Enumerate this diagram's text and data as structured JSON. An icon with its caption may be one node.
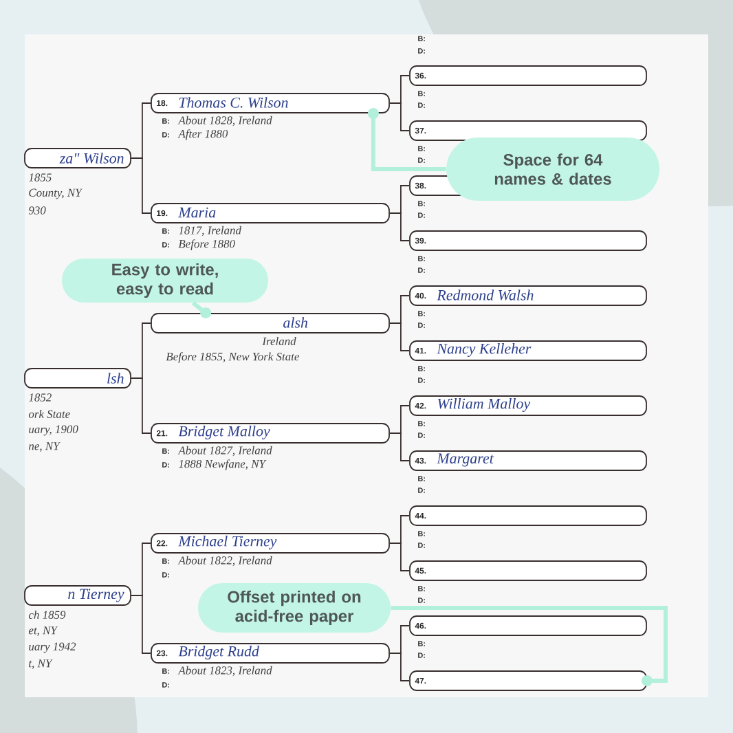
{
  "diagram": {
    "nodes": [
      {
        "text": [
          "za\" Wilson"
        ],
        "beside": [
          "1855",
          "County, NY",
          "930"
        ]
      },
      {
        "text": [
          "lsh"
        ],
        "beside": [
          "1852",
          "ork State",
          "uary, 1900",
          "ne, NY"
        ]
      },
      {
        "text": [
          "n Tierney"
        ],
        "beside": [
          "ch 1859",
          "et, NY",
          "uary 1942",
          "t, NY"
        ]
      },
      {
        "text": [
          "18.",
          "Thomas C. Wilson"
        ],
        "beside": [
          "B:",
          "About 1828, Ireland",
          "D:",
          "After 1880"
        ]
      },
      {
        "text": [
          "19.",
          "Maria"
        ],
        "beside": [
          "B:",
          "1817, Ireland",
          "D:",
          "Before 1880"
        ]
      },
      {
        "text": [
          "alsh"
        ],
        "beside": [
          "Ireland",
          "Before 1855, New York State"
        ]
      },
      {
        "text": [
          "21.",
          "Bridget Malloy"
        ],
        "beside": [
          "B:",
          "About 1827, Ireland",
          "D:",
          "1888 Newfane, NY"
        ]
      },
      {
        "text": [
          "22.",
          "Michael Tierney"
        ],
        "beside": [
          "B:",
          "About 1822, Ireland",
          "D:"
        ]
      },
      {
        "text": [
          "23.",
          "Bridget Rudd"
        ],
        "beside": [
          "B:",
          "About 1823, Ireland",
          "D:"
        ]
      },
      {
        "text": [
          "36."
        ],
        "beside": [
          "B:",
          "D:"
        ]
      },
      {
        "text": [
          "37."
        ],
        "beside": [
          "B:",
          "D:"
        ]
      },
      {
        "text": [
          "38."
        ],
        "beside": [
          "B:",
          "D:"
        ]
      },
      {
        "text": [
          "39."
        ],
        "beside": [
          "B:",
          "D:"
        ]
      },
      {
        "text": [
          "40.",
          "Redmond Walsh"
        ],
        "beside": [
          "B:",
          "D:"
        ]
      },
      {
        "text": [
          "41.",
          "Nancy Kelleher"
        ],
        "beside": [
          "B:",
          "D:"
        ]
      },
      {
        "text": [
          "42.",
          "William Malloy"
        ],
        "beside": [
          "B:",
          "D:"
        ]
      },
      {
        "text": [
          "43.",
          "Margaret"
        ],
        "beside": [
          "B:",
          "D:"
        ]
      },
      {
        "text": [
          "44."
        ],
        "beside": [
          "B:",
          "D:"
        ]
      },
      {
        "text": [
          "45."
        ],
        "beside": [
          "B:",
          "D:"
        ]
      },
      {
        "text": [
          "46."
        ],
        "beside": [
          "B:",
          "D:"
        ]
      },
      {
        "text": [
          "47."
        ]
      },
      {
        "text": [
          "Easy to write, easy to read"
        ]
      },
      {
        "text": [
          "Space for 64 names & dates"
        ]
      },
      {
        "text": [
          "Offset printed on acid-free paper"
        ]
      }
    ],
    "edges": [
      {
        "from": 0,
        "to": 3,
        "arrow": "none"
      },
      {
        "from": 0,
        "to": 4,
        "arrow": "none"
      },
      {
        "from": 1,
        "to": 5,
        "arrow": "none"
      },
      {
        "from": 1,
        "to": 6,
        "arrow": "none"
      },
      {
        "from": 2,
        "to": 7,
        "arrow": "none"
      },
      {
        "from": 2,
        "to": 8,
        "arrow": "none"
      },
      {
        "from": 3,
        "to": 9,
        "arrow": "none"
      },
      {
        "from": 3,
        "to": 10,
        "arrow": "none"
      },
      {
        "from": 4,
        "to": 11,
        "arrow": "none"
      },
      {
        "from": 4,
        "to": 12,
        "arrow": "none"
      },
      {
        "from": 5,
        "to": 13,
        "arrow": "none"
      },
      {
        "from": 5,
        "to": 14,
        "arrow": "none"
      },
      {
        "from": 6,
        "to": 15,
        "arrow": "none"
      },
      {
        "from": 6,
        "to": 16,
        "arrow": "none"
      },
      {
        "from": 7,
        "to": 17,
        "arrow": "none"
      },
      {
        "from": 7,
        "to": 18,
        "arrow": "none"
      },
      {
        "from": 8,
        "to": 19,
        "arrow": "none"
      },
      {
        "from": 8,
        "to": 20,
        "arrow": "none"
      },
      {
        "from": 21,
        "to": 5,
        "arrow": "other",
        "style": "thick",
        "color": "#b3f0dc"
      },
      {
        "from": 22,
        "to": 3,
        "arrow": "other",
        "style": "thick",
        "color": "#b3f0dc"
      },
      {
        "from": 23,
        "to": 20,
        "arrow": "other",
        "style": "thick",
        "color": "#b3f0dc"
      }
    ],
    "labels": [
      "B:",
      "D:"
    ]
  }
}
